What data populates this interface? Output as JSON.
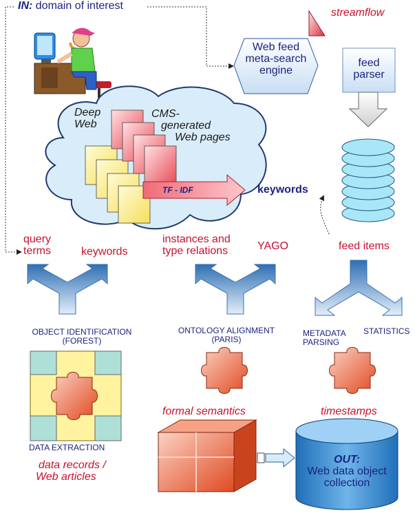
{
  "input": {
    "prefix": "IN:",
    "text": "domain of  interest"
  },
  "streamflow": "streamflow",
  "meta_search": {
    "line1": "Web feed",
    "line2": "meta-search",
    "line3": "engine"
  },
  "feed_parser": {
    "line1": "feed",
    "line2": "parser"
  },
  "cloud": {
    "deep_web_1": "Deep",
    "deep_web_2": "Web",
    "cms_1": "CMS-",
    "cms_2": "generated",
    "cms_3": "Web pages",
    "tfidf": "TF - IDF"
  },
  "keywords_main": "keywords",
  "branches": {
    "left": {
      "label_a1": "query",
      "label_a2": "terms",
      "label_b": "keywords",
      "stage_1": "OBJECT IDENTIFICATION",
      "stage_2": "(FOREST)",
      "bottom": "DATA EXTRACTION",
      "output_1": "data records /",
      "output_2": "Web articles"
    },
    "middle": {
      "label_a1": "instances and",
      "label_a2": "type relations",
      "label_b": "YAGO",
      "stage_1": "ONTOLOGY ALIGNMENT",
      "stage_2": "(PARIS)",
      "output": "formal semantics"
    },
    "right": {
      "label": "feed items",
      "stage_a1": "METADATA",
      "stage_a2": "PARSING",
      "stage_b": "STATISTICS",
      "output": "timestamps"
    }
  },
  "out": {
    "prefix": "OUT:",
    "line1": "Web data object",
    "line2": "collection"
  },
  "colors": {
    "red": "#c8102e",
    "navy": "#1a237e",
    "blue_dark": "#2f6fb3",
    "blue_light": "#cfe3f6",
    "orange": "#f06a3a",
    "yellow": "#fff5a8",
    "pink": "#f59aa0"
  }
}
